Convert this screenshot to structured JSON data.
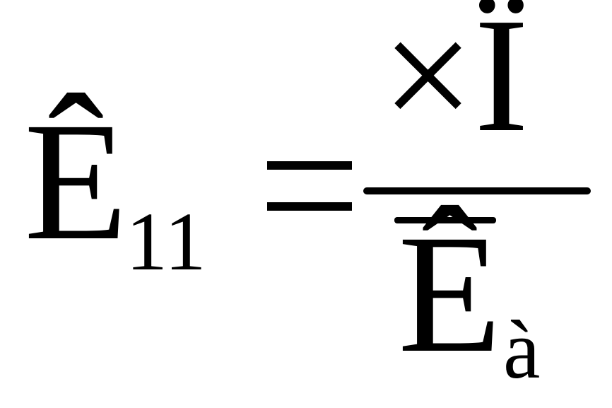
{
  "formula": {
    "lhs_symbol": "Ê",
    "lhs_subscript": "11",
    "relation": "=",
    "numerator": "×Ï",
    "denominator_symbol": "Ê",
    "denominator_subscript": "à"
  },
  "colors": {
    "text": "#000000",
    "background": "#ffffff"
  }
}
